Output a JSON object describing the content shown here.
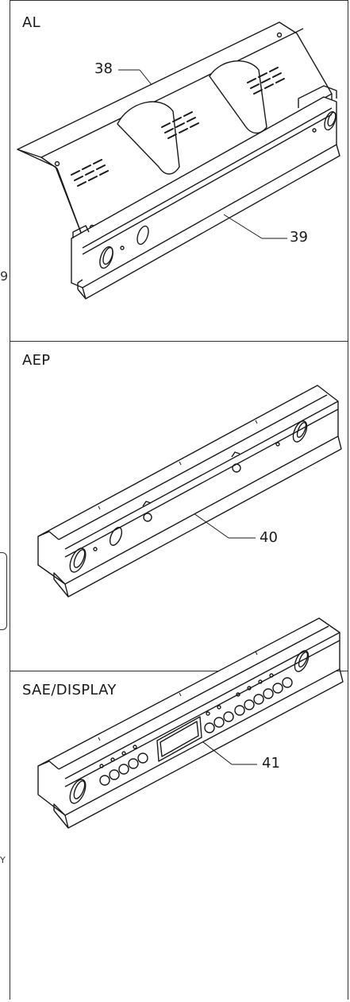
{
  "panels": [
    {
      "label": "AL",
      "callouts": [
        "38",
        "39"
      ]
    },
    {
      "label": "AEP",
      "callouts": [
        "40"
      ]
    },
    {
      "label": "SAE/DISPLAY",
      "callouts": [
        "41"
      ]
    }
  ],
  "edge_fragments": {
    "mark": "9",
    "letter": "Y"
  }
}
